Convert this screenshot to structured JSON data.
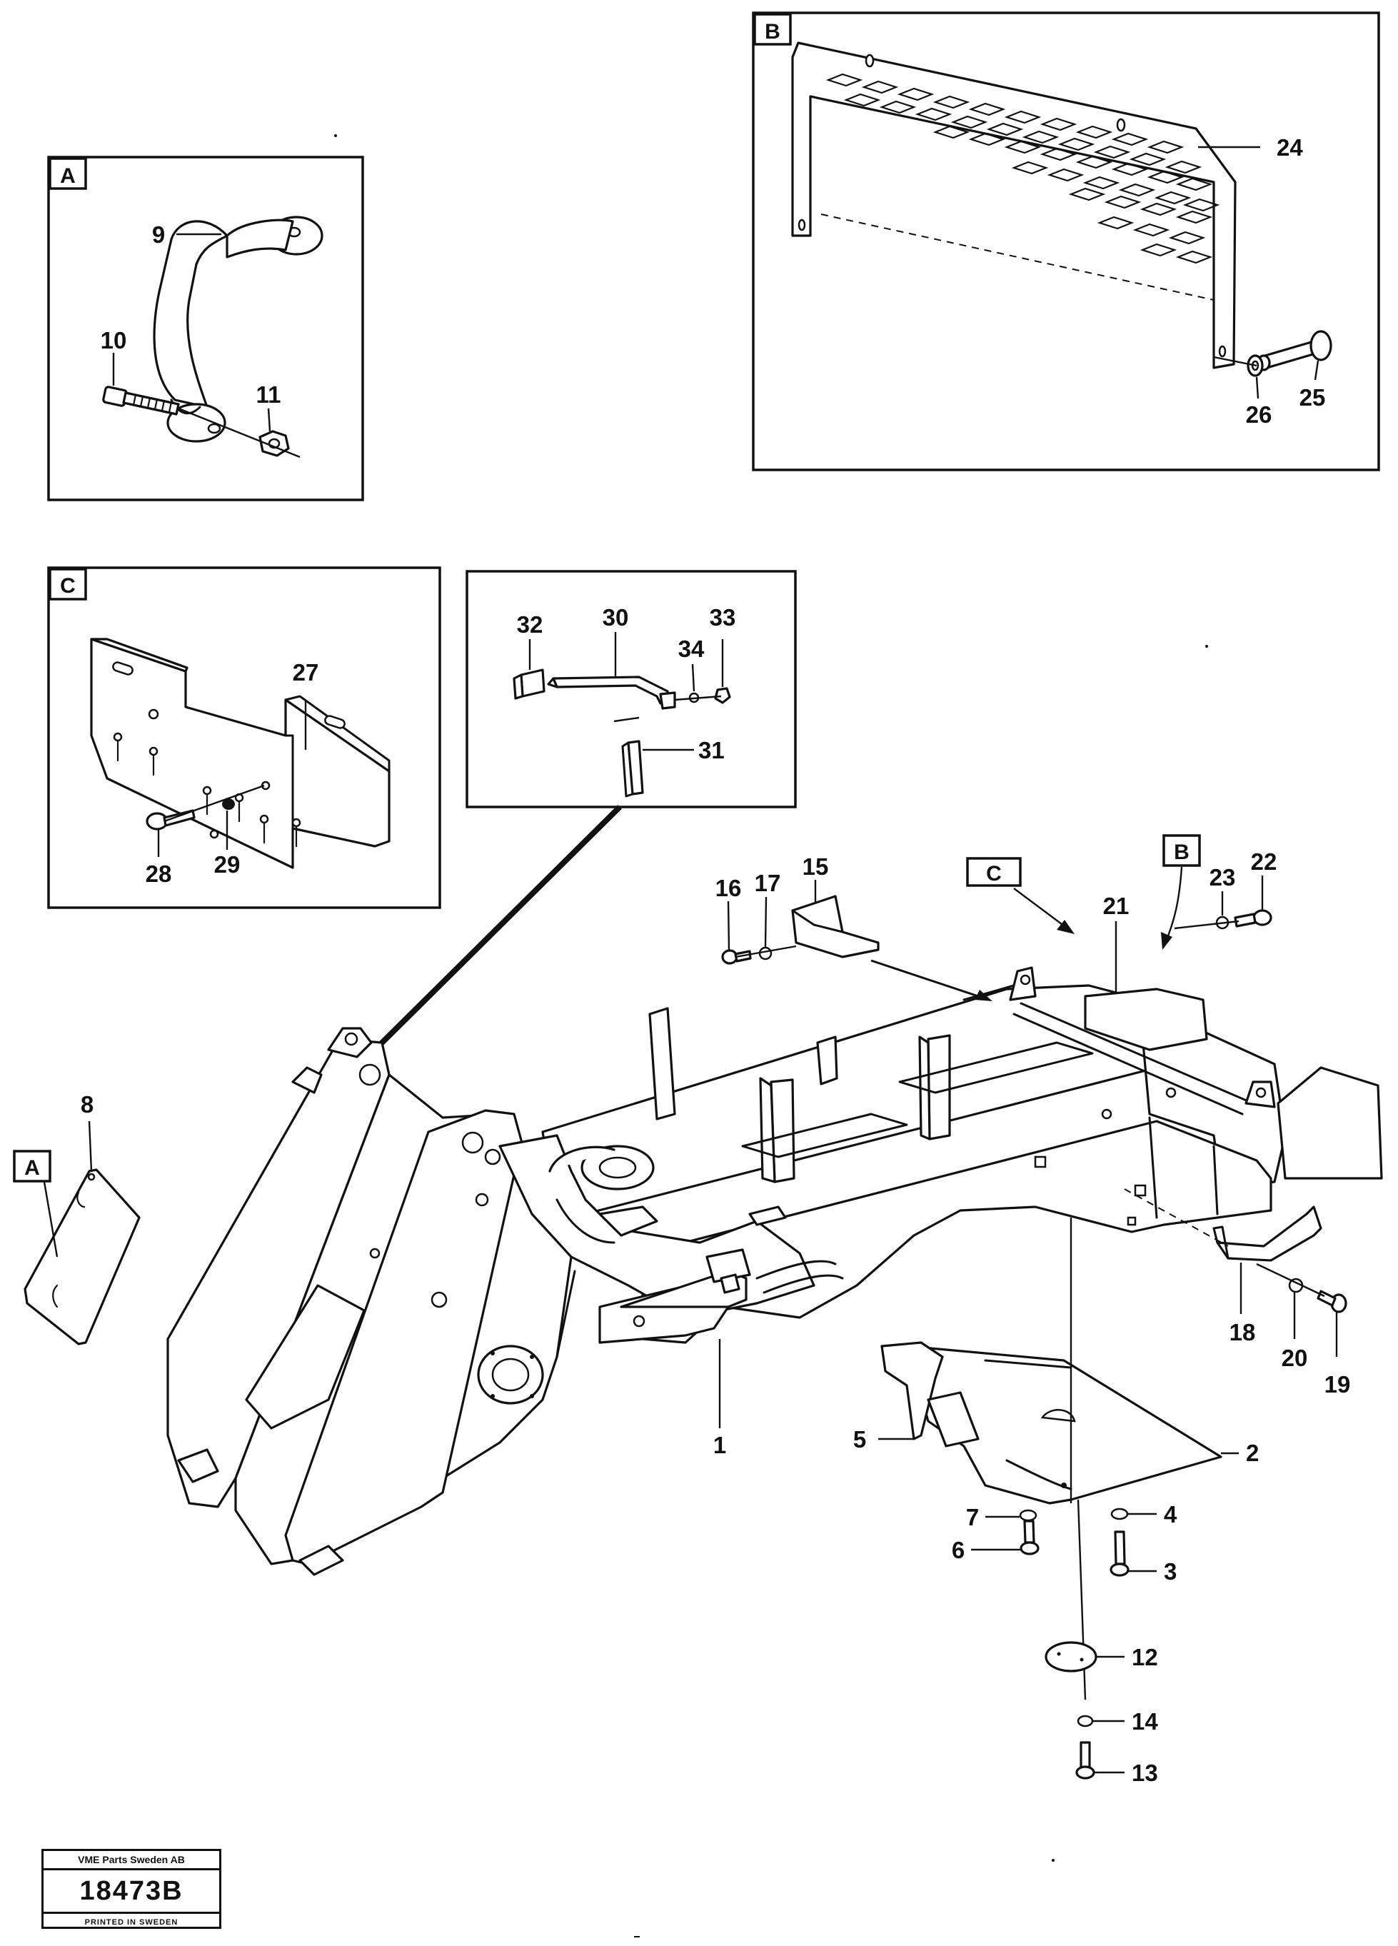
{
  "insets": {
    "A": {
      "tag": "A"
    },
    "B": {
      "tag": "B"
    },
    "C": {
      "tag": "C"
    }
  },
  "callout_tags": {
    "A": "A",
    "B": "B",
    "C": "C"
  },
  "part_numbers": {
    "p1": "1",
    "p2": "2",
    "p3": "3",
    "p4": "4",
    "p5": "5",
    "p6": "6",
    "p7": "7",
    "p8": "8",
    "p9": "9",
    "p10": "10",
    "p11": "11",
    "p12": "12",
    "p13": "13",
    "p14": "14",
    "p15": "15",
    "p16": "16",
    "p17": "17",
    "p18": "18",
    "p19": "19",
    "p20": "20",
    "p21": "21",
    "p22": "22",
    "p23": "23",
    "p24": "24",
    "p25": "25",
    "p26": "26",
    "p27": "27",
    "p28": "28",
    "p29": "29",
    "p30": "30",
    "p31": "31",
    "p32": "32",
    "p33": "33",
    "p34": "34"
  },
  "stamp": {
    "company": "VME Parts Sweden AB",
    "drawing_number": "18473B",
    "printed": "PRINTED IN SWEDEN"
  }
}
